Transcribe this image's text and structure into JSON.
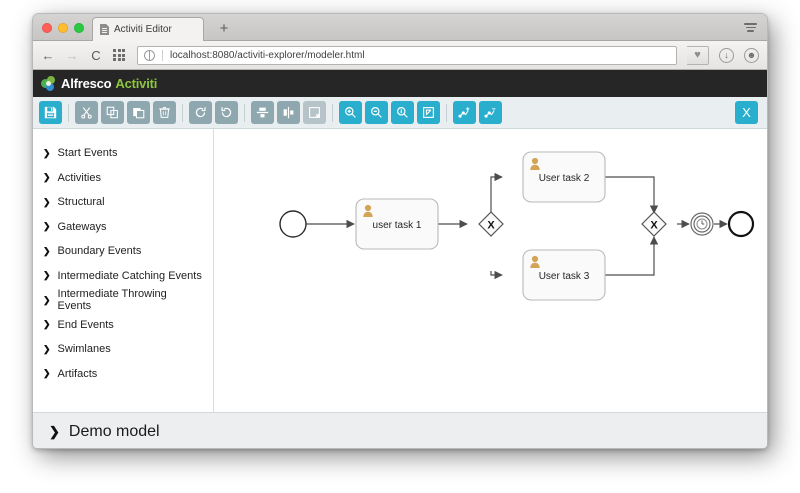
{
  "browser": {
    "tab": {
      "title": "Activiti Editor",
      "icon": "page-icon"
    },
    "new_tab_label": "+",
    "back_label": "←",
    "forward_label": "→",
    "reload_label": "C",
    "url": "localhost:8080/activiti-explorer/modeler.html",
    "heart_label": "♥",
    "download_label": "↓",
    "profile_label": "☻"
  },
  "brand": {
    "primary": "Alfresco",
    "secondary": "Activiti",
    "accent_color": "#8cc63e"
  },
  "toolbar": {
    "accent_color": "#29aecd",
    "inactive_color": "#8fa8b0",
    "disabled_color": "#b6c4c9",
    "buttons": [
      {
        "name": "save-button",
        "icon": "save-icon",
        "state": "active"
      },
      {
        "name": "cut-button",
        "icon": "scissors-icon",
        "state": "normal"
      },
      {
        "name": "copy-button",
        "icon": "copy-icon",
        "state": "normal"
      },
      {
        "name": "paste-button",
        "icon": "paste-icon",
        "state": "normal"
      },
      {
        "name": "delete-button",
        "icon": "trash-icon",
        "state": "normal"
      },
      {
        "name": "redo-button",
        "icon": "redo-icon",
        "state": "normal"
      },
      {
        "name": "undo-button",
        "icon": "undo-icon",
        "state": "normal"
      },
      {
        "name": "align-vertical-button",
        "icon": "align-vertical-icon",
        "state": "normal"
      },
      {
        "name": "align-horizontal-button",
        "icon": "align-horizontal-icon",
        "state": "normal"
      },
      {
        "name": "same-size-button",
        "icon": "resize-icon",
        "state": "disabled"
      },
      {
        "name": "zoom-in-button",
        "icon": "zoom-in-icon",
        "state": "active"
      },
      {
        "name": "zoom-out-button",
        "icon": "zoom-out-icon",
        "state": "active"
      },
      {
        "name": "zoom-actual-button",
        "icon": "zoom-actual-icon",
        "state": "active"
      },
      {
        "name": "zoom-fit-button",
        "icon": "zoom-fit-icon",
        "state": "active"
      },
      {
        "name": "add-bendpoint-button",
        "icon": "bendpoint-add-icon",
        "state": "active"
      },
      {
        "name": "remove-bendpoint-button",
        "icon": "bendpoint-remove-icon",
        "state": "active"
      }
    ],
    "close_label": "X"
  },
  "palette": {
    "items": [
      {
        "label": "Start Events"
      },
      {
        "label": "Activities"
      },
      {
        "label": "Structural"
      },
      {
        "label": "Gateways"
      },
      {
        "label": "Boundary Events"
      },
      {
        "label": "Intermediate Catching Events"
      },
      {
        "label": "Intermediate Throwing Events"
      },
      {
        "label": "End Events"
      },
      {
        "label": "Swimlanes"
      },
      {
        "label": "Artifacts"
      }
    ],
    "chevron": "❯"
  },
  "diagram": {
    "nodes": [
      {
        "id": "start",
        "type": "start-event",
        "label": ""
      },
      {
        "id": "task1",
        "type": "user-task",
        "label": "user task 1"
      },
      {
        "id": "gw1",
        "type": "exclusive-gateway",
        "label": "X"
      },
      {
        "id": "task2",
        "type": "user-task",
        "label": "User task 2"
      },
      {
        "id": "task3",
        "type": "user-task",
        "label": "User task 3"
      },
      {
        "id": "gw2",
        "type": "exclusive-gateway",
        "label": "X"
      },
      {
        "id": "timer",
        "type": "intermediate-catch-event",
        "label": ""
      },
      {
        "id": "end",
        "type": "end-event",
        "label": ""
      }
    ],
    "task_icon": "user-icon",
    "task_icon_color": "#d4a456"
  },
  "footer": {
    "chevron": "❯",
    "title": "Demo model"
  }
}
